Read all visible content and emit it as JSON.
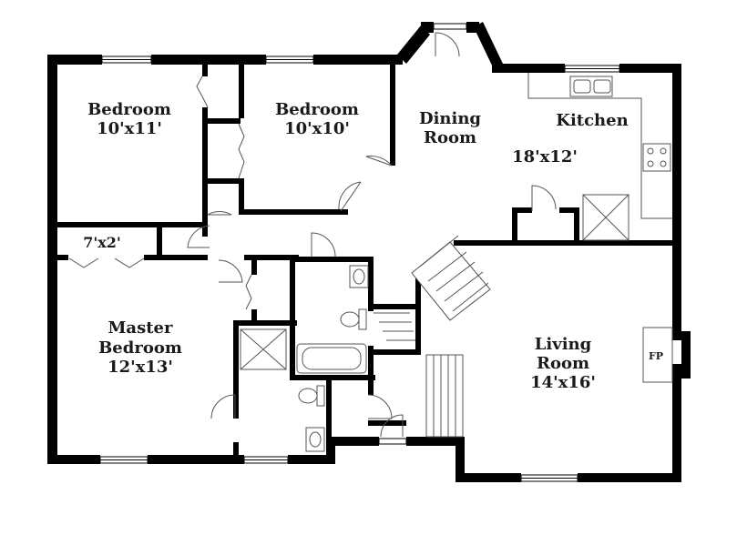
{
  "rooms": {
    "bedroom1": {
      "name": "Bedroom",
      "size": "10'x11'"
    },
    "bedroom2": {
      "name": "Bedroom",
      "size": "10'x10'"
    },
    "dining": {
      "name_line1": "Dining",
      "name_line2": "Room"
    },
    "kitchen": {
      "name": "Kitchen",
      "size": "18'x12'"
    },
    "closet": {
      "size": "7'x2'"
    },
    "master": {
      "name_line1": "Master",
      "name_line2": "Bedroom",
      "size": "12'x13'"
    },
    "living": {
      "name_line1": "Living",
      "name_line2": "Room",
      "size": "14'x16'"
    },
    "fireplace": {
      "label": "FP"
    }
  },
  "colors": {
    "wall": "#000000",
    "fixture": "#555555",
    "background": "#ffffff"
  }
}
